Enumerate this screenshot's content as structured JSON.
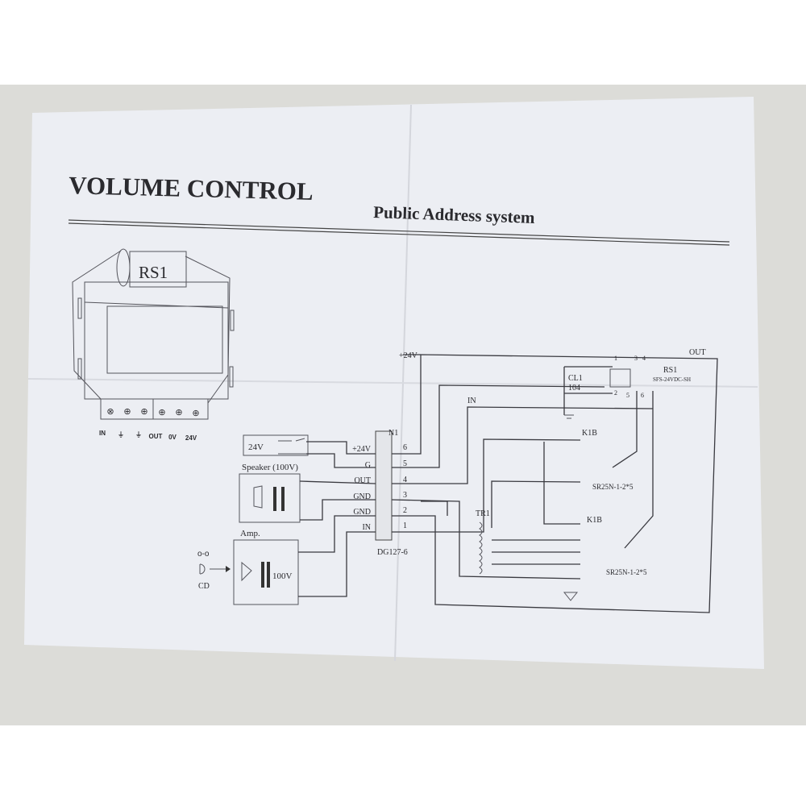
{
  "title": "VOLUME CONTROL",
  "subtitle": "Public Address system",
  "device": {
    "label": "RS1",
    "terminals": [
      "IN",
      "⏚",
      "⏚",
      "OUT",
      "0V",
      "24V"
    ]
  },
  "power": {
    "label": "24V"
  },
  "speaker": {
    "label": "Speaker  (100V)"
  },
  "amp": {
    "label": "Amp.",
    "voltage": "100V",
    "source": "CD"
  },
  "connector": {
    "name": "N1",
    "model": "DG127-6",
    "pins": [
      {
        "num": "6",
        "label": "+24V"
      },
      {
        "num": "5",
        "label": "G"
      },
      {
        "num": "4",
        "label": "OUT"
      },
      {
        "num": "3",
        "label": "GND"
      },
      {
        "num": "2",
        "label": "GND"
      },
      {
        "num": "1",
        "label": "IN"
      }
    ]
  },
  "circuit": {
    "supply": "+24V",
    "capacitor": "CL1",
    "cap_value": "104",
    "relay": "RS1",
    "relay_model": "SFS-24VDC-SH",
    "relay_pins": [
      "1",
      "2",
      "3",
      "4",
      "5",
      "6"
    ],
    "out": "OUT",
    "in": "IN",
    "switch1": "K1B",
    "switch1_model": "SR25N-1-2*5",
    "switch2": "K1B",
    "switch2_model": "SR25N-1-2*5",
    "transformer": "TR1"
  }
}
